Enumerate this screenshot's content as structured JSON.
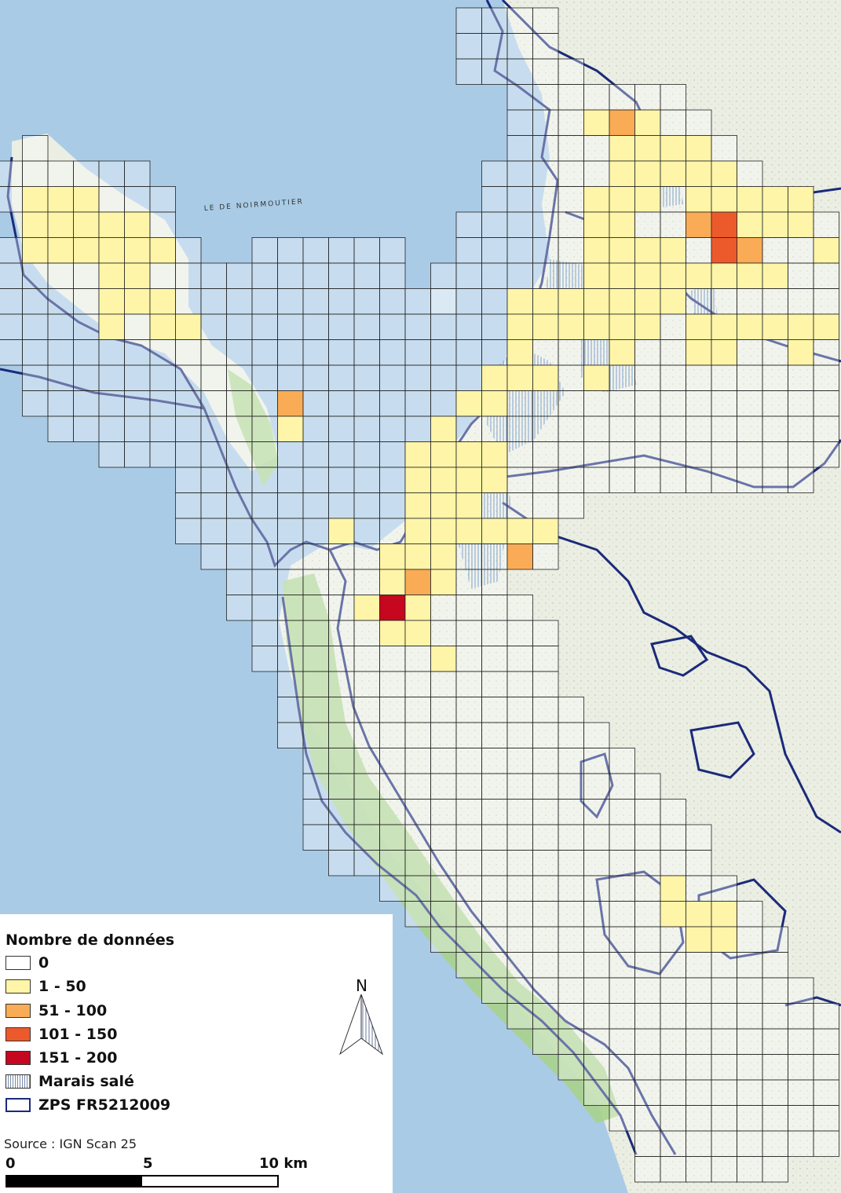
{
  "legend": {
    "title": "Nombre de données",
    "items": [
      {
        "label": "0",
        "fill": "#ffffff",
        "pattern": "none"
      },
      {
        "label": "1 - 50",
        "fill": "#fff5a8",
        "pattern": "none"
      },
      {
        "label": "51 - 100",
        "fill": "#f9ac55",
        "pattern": "none"
      },
      {
        "label": "101 - 150",
        "fill": "#ec5a2c",
        "pattern": "none"
      },
      {
        "label": "151 - 200",
        "fill": "#c5081f",
        "pattern": "none"
      },
      {
        "label": "Marais salé",
        "fill": "#ffffff",
        "pattern": "vertical-hatch"
      },
      {
        "label": "ZPS FR5212009",
        "fill": "#ffffff",
        "pattern": "outline-navy"
      }
    ],
    "source": "Source : IGN Scan 25"
  },
  "scale_bar": {
    "labels": [
      "0",
      "5",
      "10  km"
    ]
  },
  "north_arrow": {
    "label": "N"
  },
  "colors": {
    "sea": "#a9cbe6",
    "land": "#eaeee3",
    "dunes": "#a9d28c",
    "zps_outline": "#1b2a7a",
    "grid": "#222222",
    "marais": "#3a6fb0"
  },
  "map_text": [
    "LE DE NOIRMOUTIER"
  ],
  "grid_cells": {
    "y": [
      [
        30,
        1
      ],
      [
        30,
        2
      ],
      [
        30,
        3
      ],
      [
        30,
        4
      ],
      [
        31,
        2
      ],
      [
        31,
        3
      ],
      [
        31,
        4
      ],
      [
        31,
        5
      ],
      [
        31,
        6
      ],
      [
        32,
        1
      ],
      [
        32,
        2
      ],
      [
        32,
        3
      ],
      [
        32,
        4
      ],
      [
        32,
        5
      ],
      [
        32,
        6
      ],
      [
        33,
        3
      ],
      [
        33,
        4
      ],
      [
        33,
        6
      ],
      [
        33,
        7
      ],
      [
        34,
        4
      ],
      [
        34,
        5
      ],
      [
        34,
        6
      ],
      [
        34,
        7
      ],
      [
        34,
        8
      ],
      [
        34,
        9
      ],
      [
        34,
        10
      ],
      [
        34,
        12
      ],
      [
        34,
        13
      ],
      [
        34,
        14
      ],
      [
        34,
        15
      ],
      [
        35,
        4
      ],
      [
        35,
        5
      ],
      [
        35,
        6
      ],
      [
        35,
        10
      ],
      [
        35,
        11
      ],
      [
        35,
        12
      ],
      [
        35,
        13
      ],
      [
        35,
        14
      ],
      [
        35,
        15
      ],
      [
        36,
        5
      ],
      [
        36,
        6
      ],
      [
        36,
        7
      ],
      [
        36,
        8
      ],
      [
        36,
        11
      ],
      [
        36,
        12
      ],
      [
        36,
        14
      ],
      [
        36,
        15
      ],
      [
        37,
        6
      ],
      [
        37,
        7
      ],
      [
        37,
        10
      ],
      [
        37,
        11
      ],
      [
        37,
        12
      ],
      [
        37,
        13
      ],
      [
        37,
        14
      ],
      [
        37,
        15
      ],
      [
        37,
        16
      ],
      [
        38,
        8
      ],
      [
        38,
        9
      ],
      [
        38,
        10
      ],
      [
        38,
        11
      ],
      [
        38,
        12
      ],
      [
        38,
        13
      ],
      [
        38,
        14
      ],
      [
        39,
        8
      ],
      [
        39,
        9
      ],
      [
        39,
        10
      ],
      [
        39,
        11
      ],
      [
        39,
        12
      ],
      [
        39,
        13
      ],
      [
        39,
        14
      ],
      [
        40,
        2
      ],
      [
        40,
        3
      ],
      [
        40,
        4
      ],
      [
        40,
        5
      ],
      [
        40,
        6
      ],
      [
        40,
        7
      ],
      [
        40,
        8
      ],
      [
        40,
        9
      ],
      [
        40,
        10
      ],
      [
        40,
        11
      ],
      [
        40,
        12
      ],
      [
        40,
        13
      ],
      [
        40,
        14
      ],
      [
        41,
        3
      ],
      [
        41,
        4
      ],
      [
        41,
        5
      ],
      [
        41,
        6
      ],
      [
        41,
        7
      ],
      [
        41,
        8
      ],
      [
        41,
        9
      ],
      [
        41,
        10
      ],
      [
        41,
        11
      ],
      [
        41,
        12
      ],
      [
        41,
        13
      ],
      [
        41,
        14
      ],
      [
        42,
        4
      ],
      [
        42,
        5
      ],
      [
        42,
        6
      ],
      [
        42,
        7
      ],
      [
        42,
        8
      ],
      [
        42,
        9
      ],
      [
        42,
        10
      ],
      [
        42,
        11
      ],
      [
        42,
        12
      ],
      [
        42,
        13
      ],
      [
        43,
        5
      ],
      [
        43,
        6
      ],
      [
        43,
        7
      ],
      [
        43,
        8
      ],
      [
        43,
        9
      ],
      [
        43,
        10
      ],
      [
        43,
        11
      ],
      [
        43,
        12
      ],
      [
        43,
        13
      ],
      [
        44,
        6
      ],
      [
        44,
        7
      ],
      [
        44,
        8
      ],
      [
        44,
        9
      ],
      [
        44,
        10
      ],
      [
        44,
        11
      ],
      [
        44,
        12
      ],
      [
        44,
        13
      ],
      [
        45,
        7
      ],
      [
        45,
        8
      ],
      [
        45,
        9
      ],
      [
        45,
        10
      ],
      [
        45,
        11
      ],
      [
        45,
        12
      ],
      [
        45,
        13
      ],
      [
        46,
        8
      ],
      [
        46,
        9
      ],
      [
        46,
        10
      ],
      [
        46,
        11
      ],
      [
        46,
        12
      ],
      [
        46,
        13
      ],
      [
        46,
        14
      ],
      [
        47,
        9
      ],
      [
        47,
        10
      ],
      [
        47,
        11
      ],
      [
        47,
        12
      ],
      [
        47,
        13
      ],
      [
        47,
        14
      ],
      [
        47,
        15
      ],
      [
        48,
        9
      ],
      [
        48,
        10
      ],
      [
        48,
        11
      ],
      [
        48,
        12
      ],
      [
        48,
        13
      ],
      [
        48,
        14
      ],
      [
        48,
        15
      ],
      [
        48,
        16
      ]
    ],
    "note": "placeholder"
  }
}
